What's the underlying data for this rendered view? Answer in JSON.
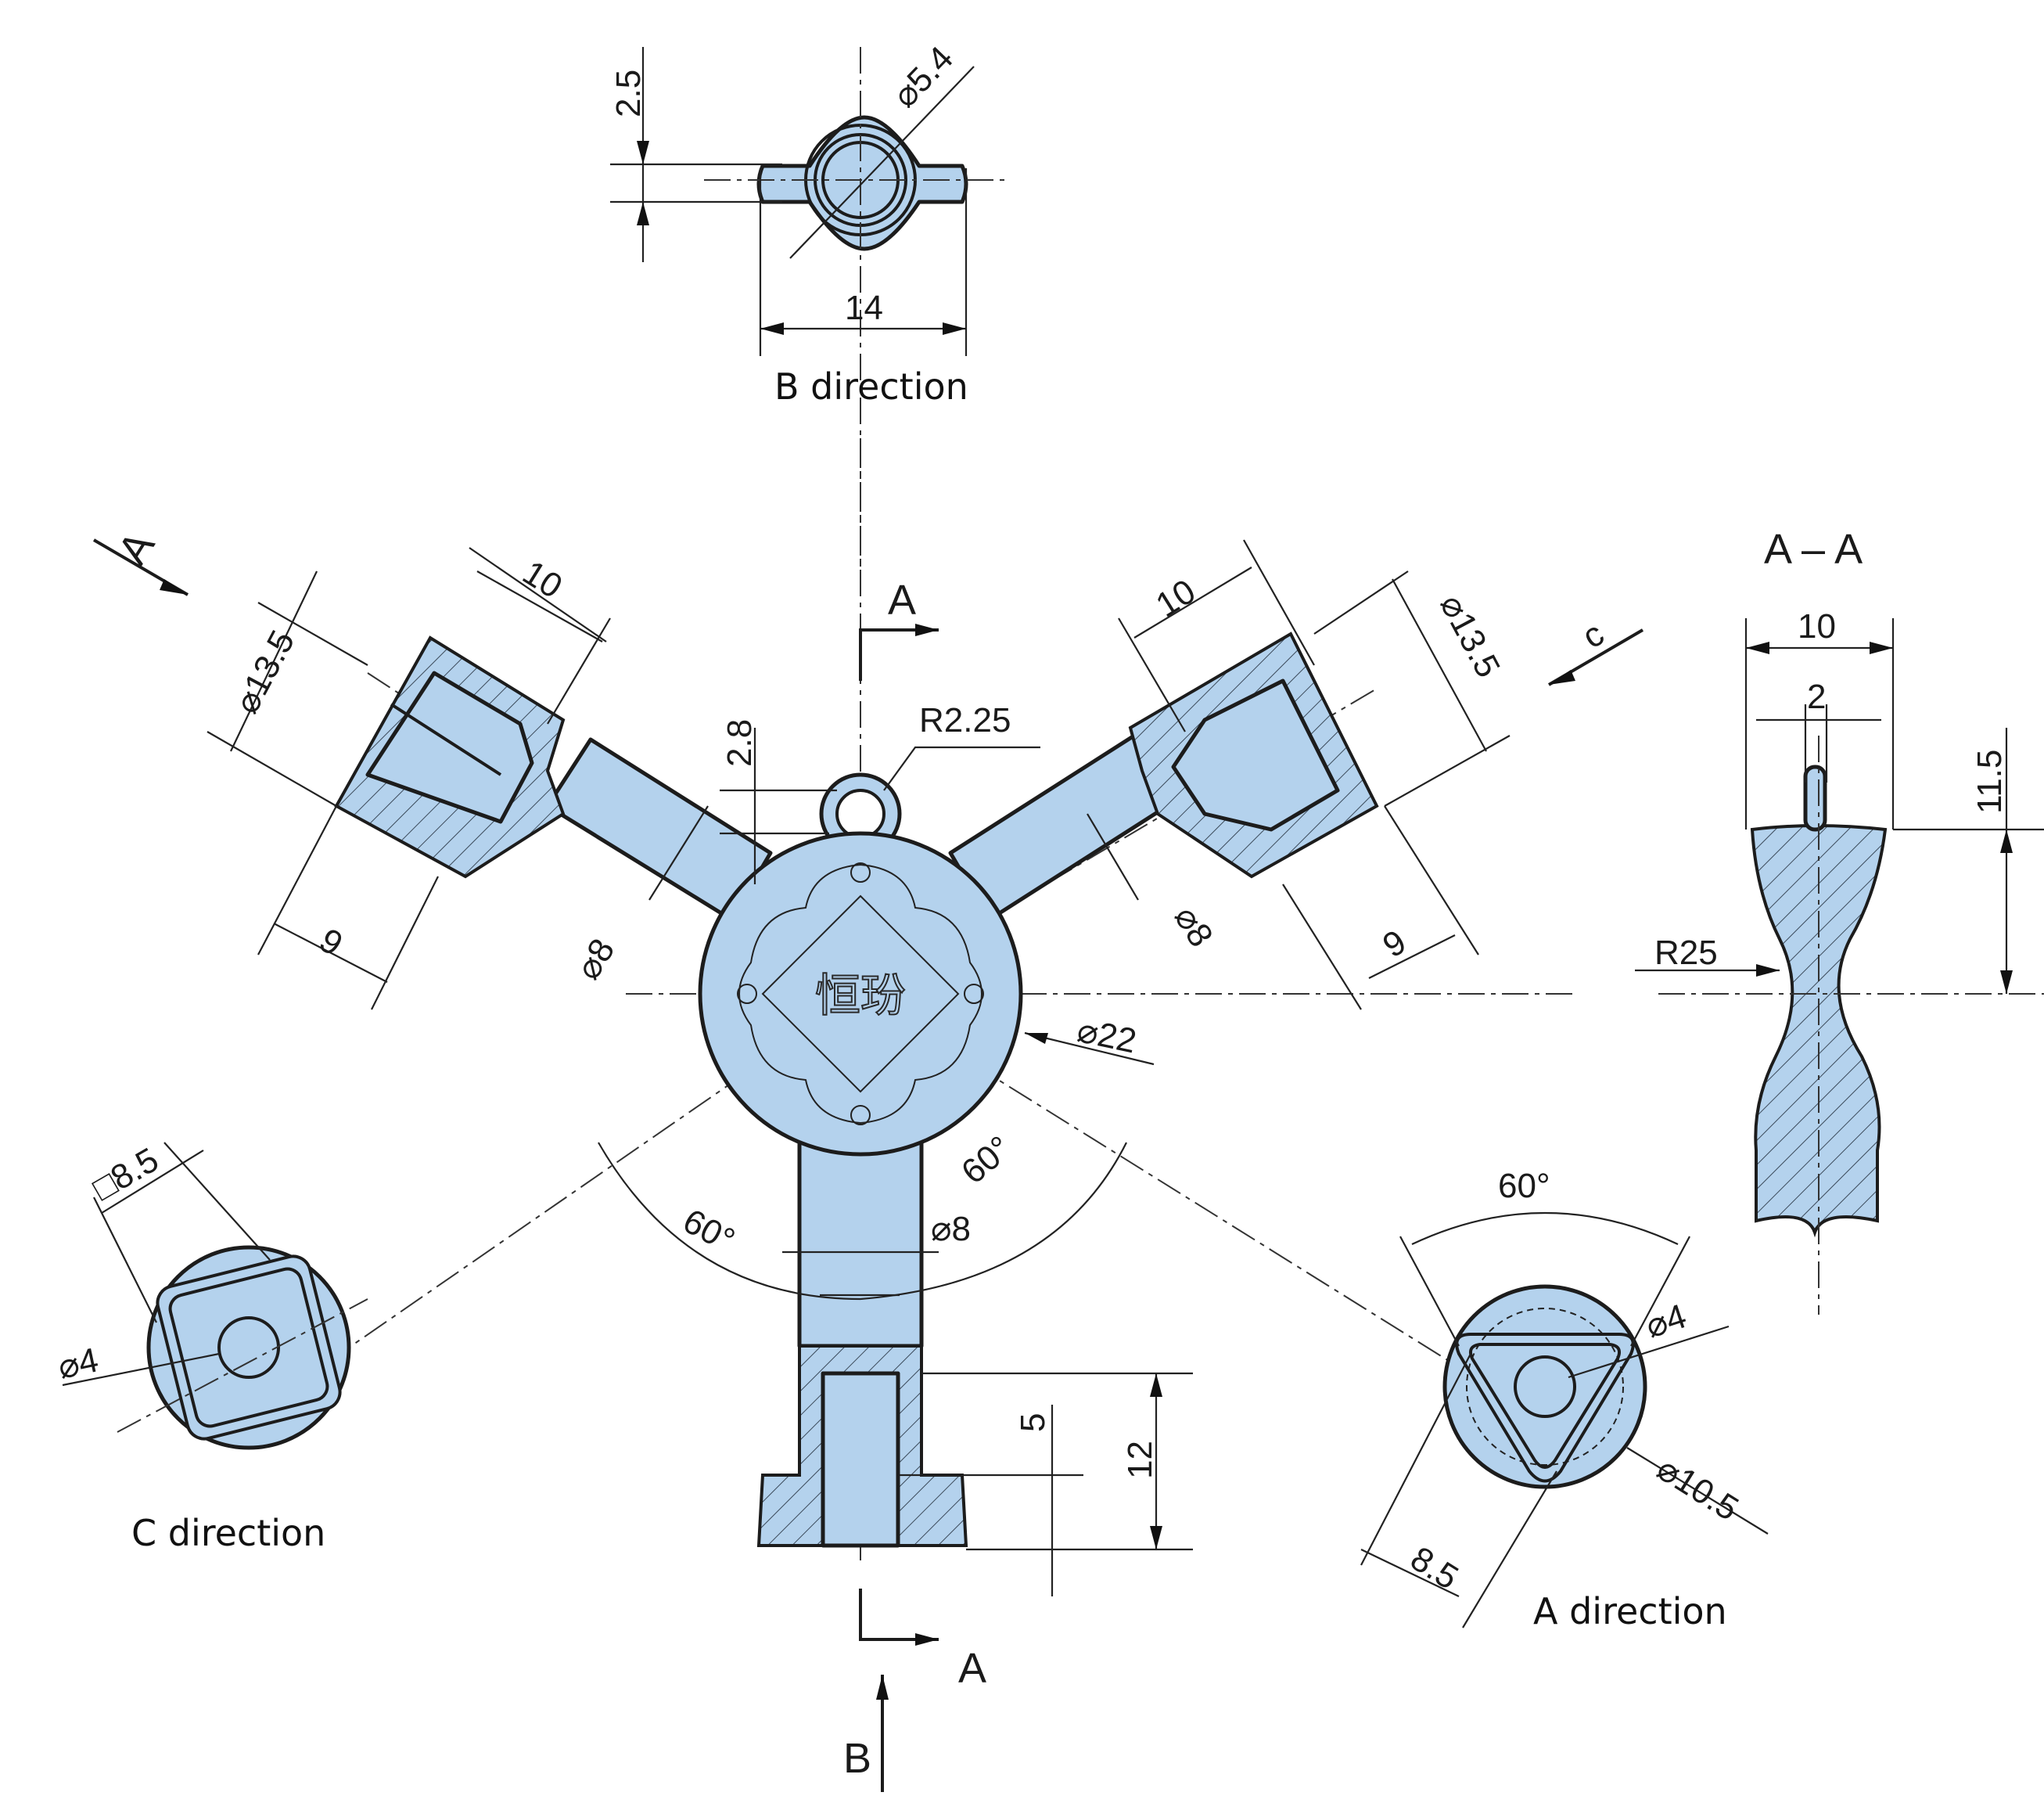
{
  "labels": {
    "b_direction": "B direction",
    "c_direction": "C direction",
    "a_direction": "A direction",
    "section_title": "A – A",
    "cut_a_top": "A",
    "cut_a_bottom": "A",
    "arrow_b": "B",
    "arrow_c": "c",
    "arrow_a_left": "A",
    "logo_text": "恒玢"
  },
  "dimensions": {
    "b_view_diameter": "⌀5.4",
    "b_view_height": "2.5",
    "b_view_width": "14",
    "left_arm_length": "10",
    "left_arm_diameter": "⌀13.5",
    "left_arm_depth": "9",
    "left_arm_shaft": "⌀8",
    "right_arm_length": "10",
    "right_arm_diameter": "⌀13.5",
    "right_arm_depth": "9",
    "right_arm_shaft": "⌀8",
    "ring_height": "2.8",
    "ring_radius": "R2.25",
    "hub_diameter": "⌀22",
    "angle_left": "60°",
    "angle_right": "60°",
    "stem_diameter": "⌀8",
    "stem_depth_small": "5",
    "stem_depth_large": "12",
    "c_view_square": "□8.5",
    "c_view_hole": "⌀4",
    "a_view_angle": "60°",
    "a_view_hole": "⌀4",
    "a_view_outer": "⌀10.5",
    "a_view_width": "8.5",
    "section_width": "10",
    "section_pin": "2",
    "section_height": "11.5",
    "section_radius": "R25"
  },
  "colors": {
    "part_fill": "#b4d2ed",
    "line": "#1c1c1c"
  }
}
